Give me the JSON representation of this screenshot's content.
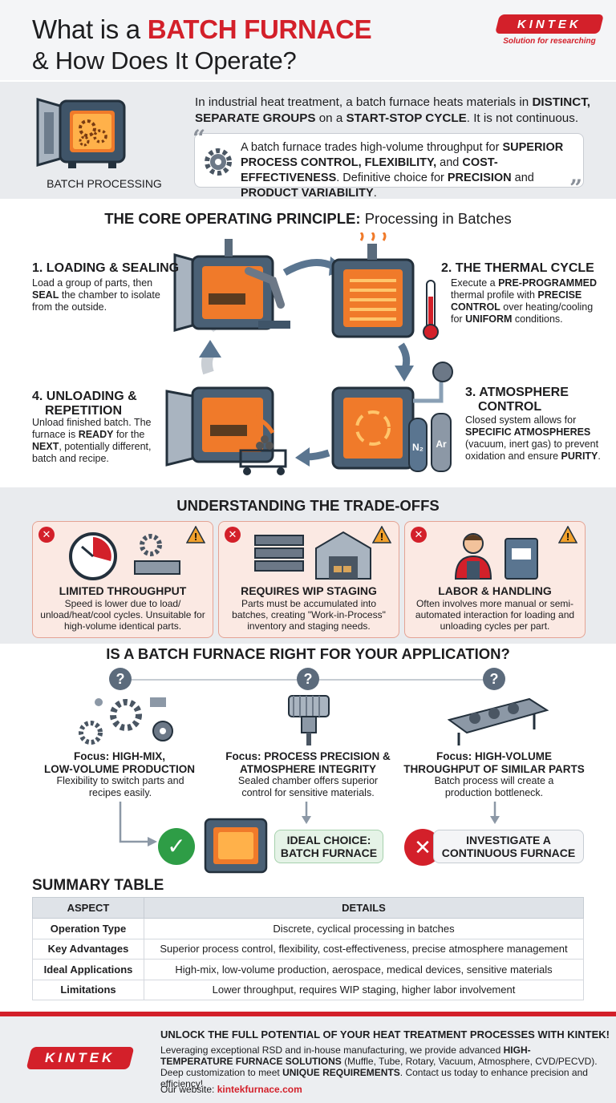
{
  "header": {
    "title_prefix": "What is a ",
    "title_highlight": "BATCH FURNACE",
    "title_line2": "& How Does It Operate?",
    "brand": "KINTEK",
    "brand_tagline": "Solution for researching"
  },
  "intro": {
    "caption": "BATCH PROCESSING",
    "p1": "In industrial heat treatment, a batch furnace heats materials in",
    "p1_b1": "DISTINCT, SEPARATE GROUPS",
    "p1_mid": "on a",
    "p1_b2": "START-STOP CYCLE",
    "p1_end": ". It is not continuous.",
    "quote_1": "A batch furnace trades high-volume throughput for",
    "quote_b1": "SUPERIOR PROCESS CONTROL, FLEXIBILITY,",
    "quote_and": "and",
    "quote_b2": "COST-EFFECTIVENESS",
    "quote_2": ". Definitive choice for",
    "quote_b3": "PRECISION",
    "quote_and2": "and",
    "quote_b4": "PRODUCT VARIABILITY",
    "quote_end": "."
  },
  "core": {
    "title_bold": "THE CORE OPERATING PRINCIPLE:",
    "title_light": "Processing in Batches",
    "steps": [
      {
        "title": "1. LOADING & SEALING",
        "t1": "Load a group of parts, then",
        "b1": "SEAL",
        "t2": "the chamber to isolate from the outside."
      },
      {
        "title": "2. THE THERMAL CYCLE",
        "t1": "Execute a",
        "b1": "PRE-PROGRAMMED",
        "t2": "thermal profile with",
        "b2": "PRECISE CONTROL",
        "t3": "over heating/cooling for",
        "b3": "UNIFORM",
        "t4": "conditions."
      },
      {
        "title_1": "3. ATMOSPHERE",
        "title_2": "CONTROL",
        "t1": "Closed system allows for",
        "b1": "SPECIFIC ATMOSPHERES",
        "t2": "(vacuum, inert gas) to prevent oxidation and ensure",
        "b2": "PURITY",
        "t3": "."
      },
      {
        "title_1": "4. UNLOADING &",
        "title_2": "REPETITION",
        "t1": "Unload finished batch. The furnace is",
        "b1": "READY",
        "t2": "for the",
        "b2": "NEXT",
        "t3": ", potentially different, batch and recipe."
      }
    ],
    "gas_labels": [
      "N₂",
      "Ar"
    ]
  },
  "tradeoffs": {
    "title": "UNDERSTANDING THE TRADE-OFFS",
    "cards": [
      {
        "title": "LIMITED THROUGHPUT",
        "text": "Speed is lower due to load/ unload/heat/cool cycles. Unsuitable for high-volume identical parts."
      },
      {
        "title": "REQUIRES WIP STAGING",
        "text": "Parts must be accumulated into batches, creating \"Work-in-Process\" inventory and staging needs."
      },
      {
        "title": "LABOR & HANDLING",
        "text": "Often involves more manual or semi-automated interaction for loading and unloading cycles per part."
      }
    ]
  },
  "application": {
    "title": "IS A BATCH FURNACE RIGHT FOR YOUR APPLICATION?",
    "focus": [
      {
        "title_1": "Focus: HIGH-MIX,",
        "title_2": "LOW-VOLUME PRODUCTION",
        "text": "Flexibility to switch parts and recipes easily."
      },
      {
        "title_1": "Focus: PROCESS PRECISION &",
        "title_2": "ATMOSPHERE INTEGRITY",
        "text": "Sealed chamber offers superior control for sensitive materials."
      },
      {
        "title_1": "Focus: HIGH-VOLUME",
        "title_2": "THROUGHPUT OF SIMILAR PARTS",
        "text": "Batch process will create a production bottleneck."
      }
    ],
    "ideal_1": "IDEAL CHOICE:",
    "ideal_2": "BATCH FURNACE",
    "investigate_1": "INVESTIGATE A",
    "investigate_2": "CONTINUOUS FURNACE"
  },
  "summary": {
    "title": "SUMMARY TABLE",
    "headers": [
      "ASPECT",
      "DETAILS"
    ],
    "rows": [
      [
        "Operation Type",
        "Discrete, cyclical processing in batches"
      ],
      [
        "Key Advantages",
        "Superior process control, flexibility, cost-effectiveness, precise atmosphere management"
      ],
      [
        "Ideal Applications",
        "High-mix, low-volume production, aerospace, medical devices, sensitive materials"
      ],
      [
        "Limitations",
        "Lower throughput, requires WIP staging, higher labor involvement"
      ]
    ]
  },
  "footer": {
    "title": "UNLOCK THE FULL POTENTIAL OF YOUR HEAT TREATMENT PROCESSES WITH KINTEK!",
    "t1": "Leveraging exceptional RSD and in-house manufacturing, we provide advanced",
    "b1": "HIGH-TEMPERATURE FURNACE SOLUTIONS",
    "t2": "(Muffle, Tube, Rotary, Vacuum, Atmosphere, CVD/PECVD). Deep customization to meet",
    "b2": "UNIQUE REQUIREMENTS",
    "t3": ". Contact us today to enhance precision and efficiency!",
    "site_label": "Our website:",
    "site_url": "kintekfurnace.com",
    "brand": "KINTEK"
  },
  "colors": {
    "accent": "#d3202a",
    "panel": "#e9ebee",
    "card": "#fbe9e3",
    "ok": "#2e9d46",
    "badge": "#5c6b7c"
  }
}
